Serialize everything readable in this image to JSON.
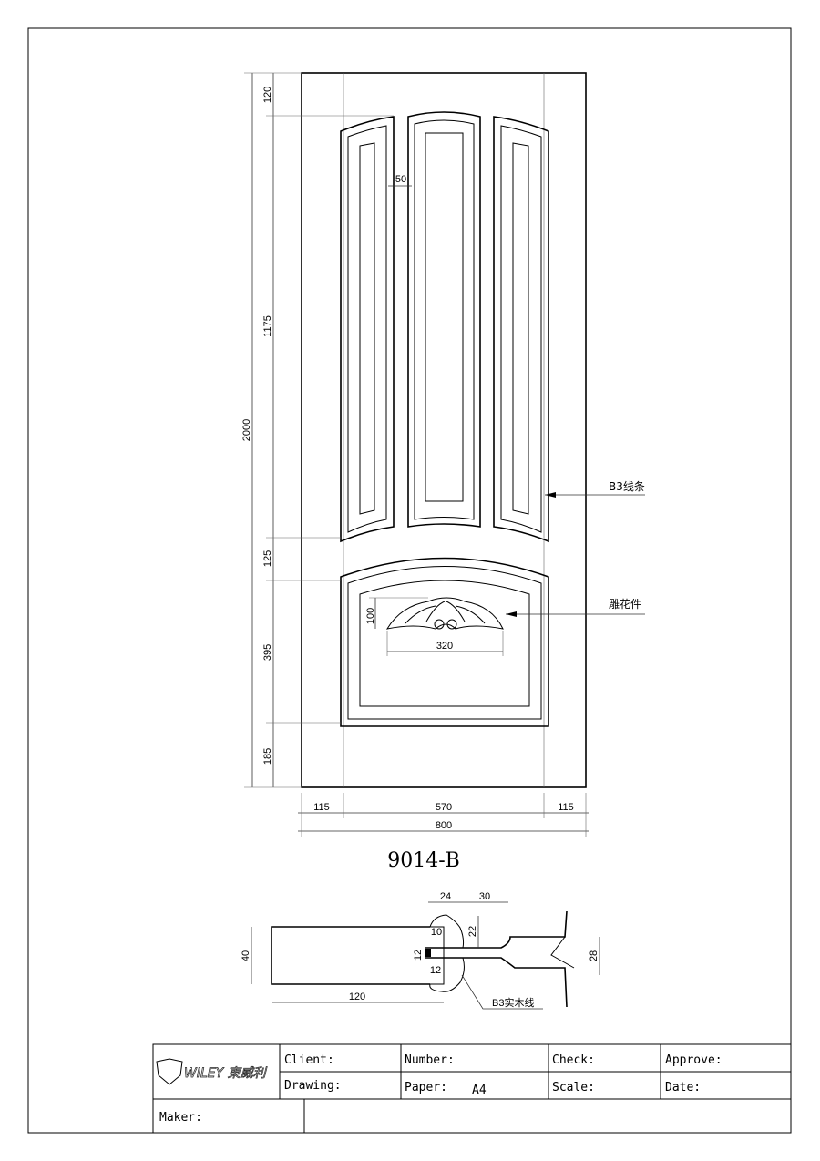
{
  "drawing": {
    "model": "9014-B",
    "dimensions_vertical": [
      "120",
      "1175",
      "125",
      "395",
      "185"
    ],
    "overall_height": "2000",
    "dimensions_horizontal": [
      "115",
      "570",
      "115"
    ],
    "overall_width": "800",
    "stile_width": "50",
    "carving_height": "100",
    "carving_width": "320",
    "callout_moulding": "B3线条",
    "callout_carving": "雕花件"
  },
  "section": {
    "thickness": "40",
    "width": "120",
    "moulding_width": "24",
    "moulding_offset": "30",
    "moulding_height": "22",
    "lip": "10",
    "groove": "12",
    "groove_depth": "12",
    "panel_thickness": "28",
    "callout": "B3实木线"
  },
  "title_block": {
    "logo": "WILEY 東威利",
    "client": "Client:",
    "number": "Number:",
    "check": "Check:",
    "approve": "Approve:",
    "drawing": "Drawing:",
    "paper": "Paper:",
    "paper_value": "A4",
    "scale": "Scale:",
    "date": "Date:",
    "maker": "Maker:"
  }
}
